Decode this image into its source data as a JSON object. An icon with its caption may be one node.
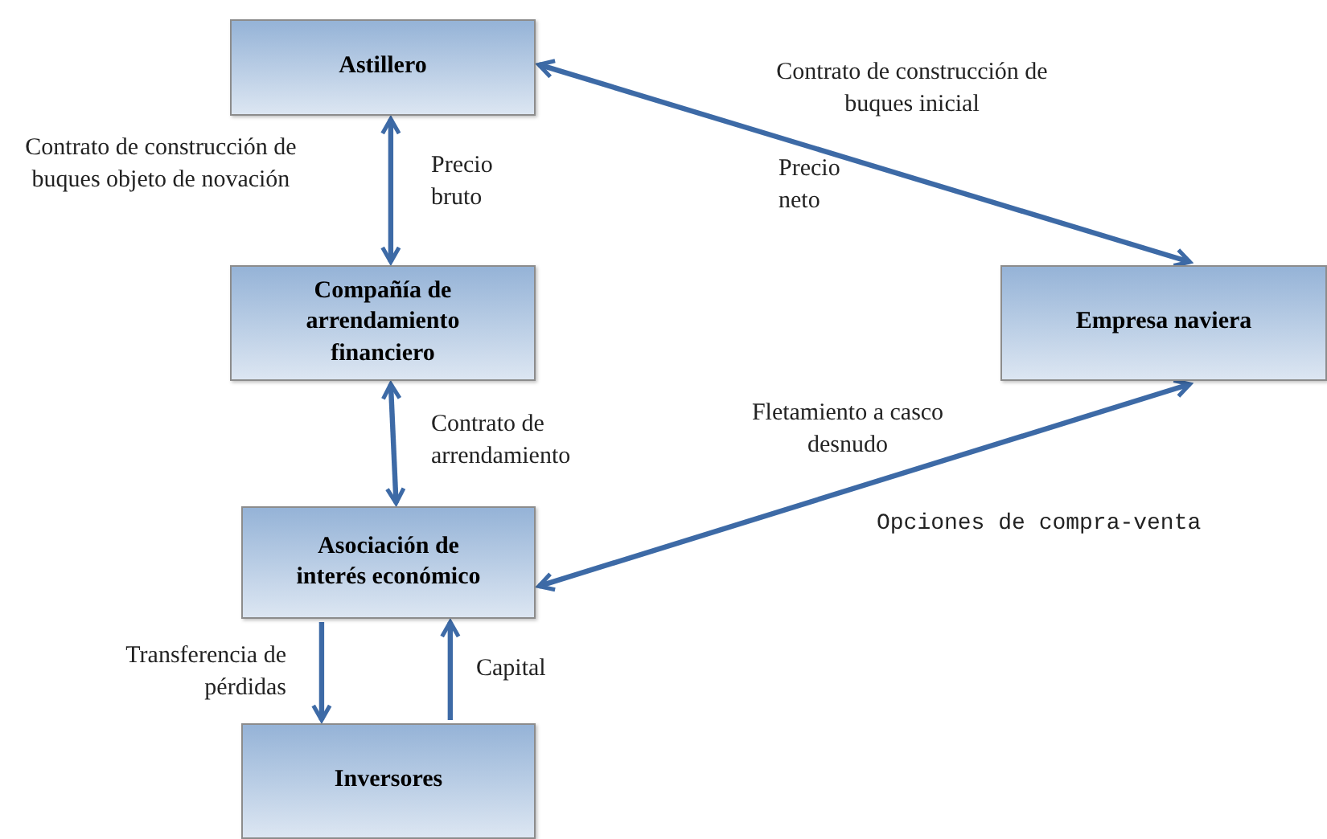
{
  "diagram": {
    "nodes": [
      {
        "text": [
          "Astillero"
        ]
      },
      {
        "text": [
          "Compañía de arrendamiento financiero"
        ]
      },
      {
        "text": [
          "Asociación de interés económico"
        ]
      },
      {
        "text": [
          "Inversores"
        ]
      },
      {
        "text": [
          "Empresa naviera"
        ]
      }
    ],
    "edges": [
      {
        "from": 0,
        "to": 4,
        "arrow": "both",
        "label": "Contrato de construcción de buques inicial"
      },
      {
        "from": 0,
        "to": 1,
        "arrow": "both",
        "label": "Precio bruto"
      },
      {
        "from": 1,
        "to": 2,
        "arrow": "both",
        "label": "Contrato de arrendamiento"
      },
      {
        "from": 2,
        "to": 4,
        "arrow": "both",
        "label": "Fletamiento a casco desnudo"
      },
      {
        "from": 2,
        "to": 3,
        "arrow": "to",
        "label": "Transferencia de pérdidas"
      },
      {
        "from": 3,
        "to": 2,
        "arrow": "to",
        "label": "Capital"
      }
    ],
    "labels": [
      "Contrato de construcción de buques objeto de novación",
      "Precio neto",
      "Opciones de compra-venta"
    ]
  }
}
